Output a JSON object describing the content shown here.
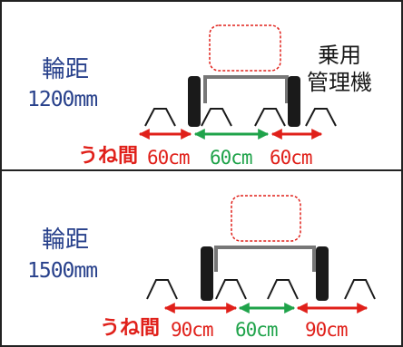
{
  "tractor_label": [
    "乗用",
    "管理機"
  ],
  "panels": [
    {
      "name": "輪距",
      "width": "1200mm",
      "spacing_label": "うね間",
      "spacings": [
        {
          "value": "60cm",
          "color": "#e0201a"
        },
        {
          "value": "60cm",
          "color": "#1fa34a"
        },
        {
          "value": "60cm",
          "color": "#e0201a"
        }
      ]
    },
    {
      "name": "輪距",
      "width": "1500mm",
      "spacing_label": "うね間",
      "spacings": [
        {
          "value": "90cm",
          "color": "#e0201a"
        },
        {
          "value": "60cm",
          "color": "#1fa34a"
        },
        {
          "value": "90cm",
          "color": "#e0201a"
        }
      ]
    }
  ],
  "colors": {
    "red": "#e0201a",
    "green": "#1fa34a",
    "blue": "#27408b",
    "seat": "#e0201a"
  }
}
